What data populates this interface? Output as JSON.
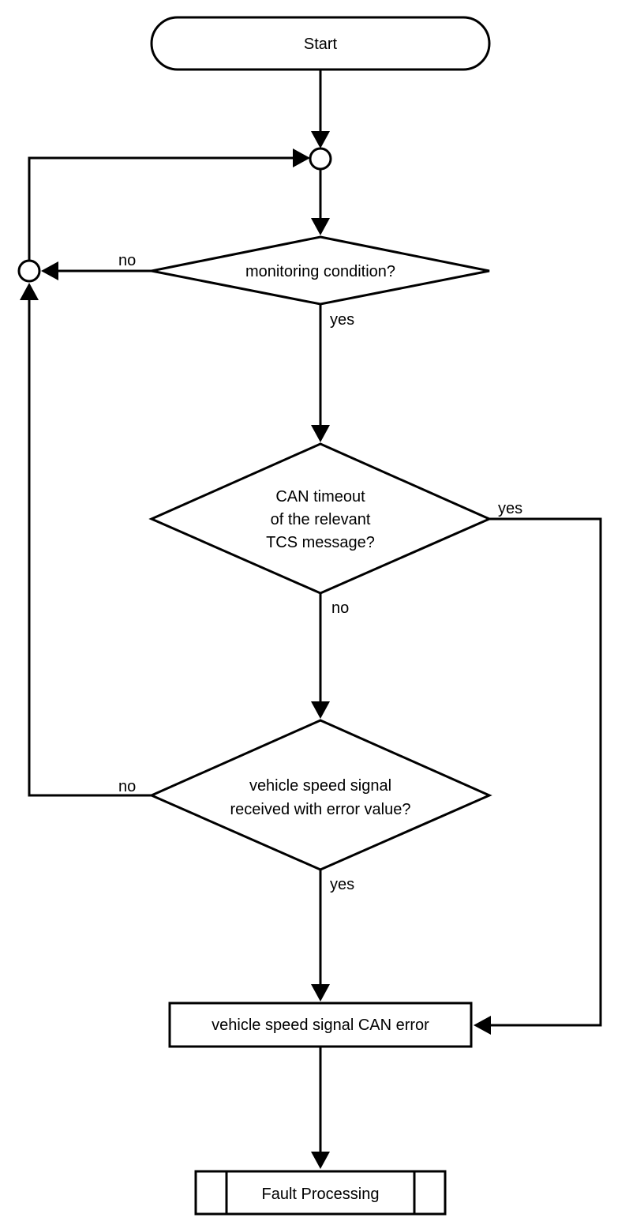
{
  "start": {
    "label": "Start"
  },
  "decisions": {
    "monitoring": {
      "label": "monitoring condition?",
      "yes": "yes",
      "no": "no"
    },
    "can_timeout": {
      "lines": [
        "CAN timeout",
        "of the relevant",
        "TCS message?"
      ],
      "yes": "yes",
      "no": "no"
    },
    "speed_signal": {
      "lines": [
        "vehicle speed signal",
        "received with error value?"
      ],
      "yes": "yes",
      "no": "no"
    }
  },
  "process": {
    "label": "vehicle speed signal CAN error"
  },
  "subprocess": {
    "label": "Fault Processing"
  }
}
